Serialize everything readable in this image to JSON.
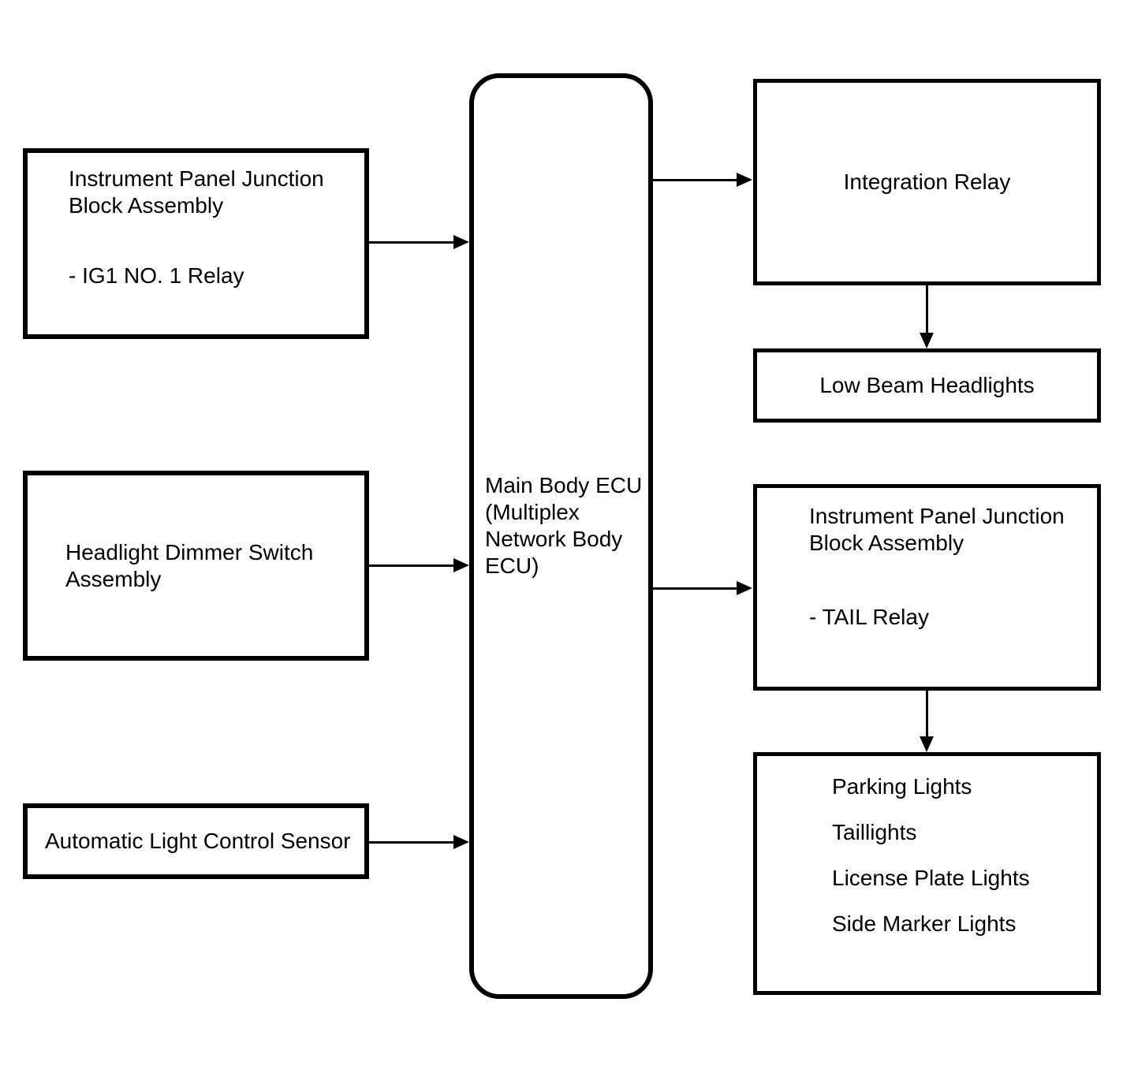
{
  "diagram": {
    "background_color": "#ffffff",
    "line_color": "#000000",
    "left_column": [
      {
        "id": "ipjb-ig1",
        "title": "Instrument Panel Junction Block Assembly",
        "item": "- IG1 NO. 1 Relay"
      },
      {
        "id": "headlight-dimmer-switch",
        "title": "Headlight Dimmer Switch Assembly"
      },
      {
        "id": "auto-light-sensor",
        "title": "Automatic Light Control Sensor"
      }
    ],
    "center": {
      "id": "main-body-ecu",
      "lines": [
        "Main Body ECU",
        "(Multiplex",
        "Network Body",
        "ECU)"
      ]
    },
    "right_column": [
      {
        "id": "integration-relay",
        "title": "Integration Relay"
      },
      {
        "id": "low-beam-headlights",
        "title": "Low Beam Headlights"
      },
      {
        "id": "ipjb-tail",
        "title": "Instrument Panel Junction Block Assembly",
        "item": "- TAIL Relay"
      },
      {
        "id": "tail-lights-group",
        "items": [
          "Parking Lights",
          "Taillights",
          "License Plate Lights",
          "Side Marker Lights"
        ]
      }
    ],
    "connections": [
      {
        "from": "ipjb-ig1",
        "to": "main-body-ecu"
      },
      {
        "from": "headlight-dimmer-switch",
        "to": "main-body-ecu"
      },
      {
        "from": "auto-light-sensor",
        "to": "main-body-ecu"
      },
      {
        "from": "main-body-ecu",
        "to": "integration-relay"
      },
      {
        "from": "integration-relay",
        "to": "low-beam-headlights"
      },
      {
        "from": "main-body-ecu",
        "to": "ipjb-tail"
      },
      {
        "from": "ipjb-tail",
        "to": "tail-lights-group"
      }
    ]
  }
}
